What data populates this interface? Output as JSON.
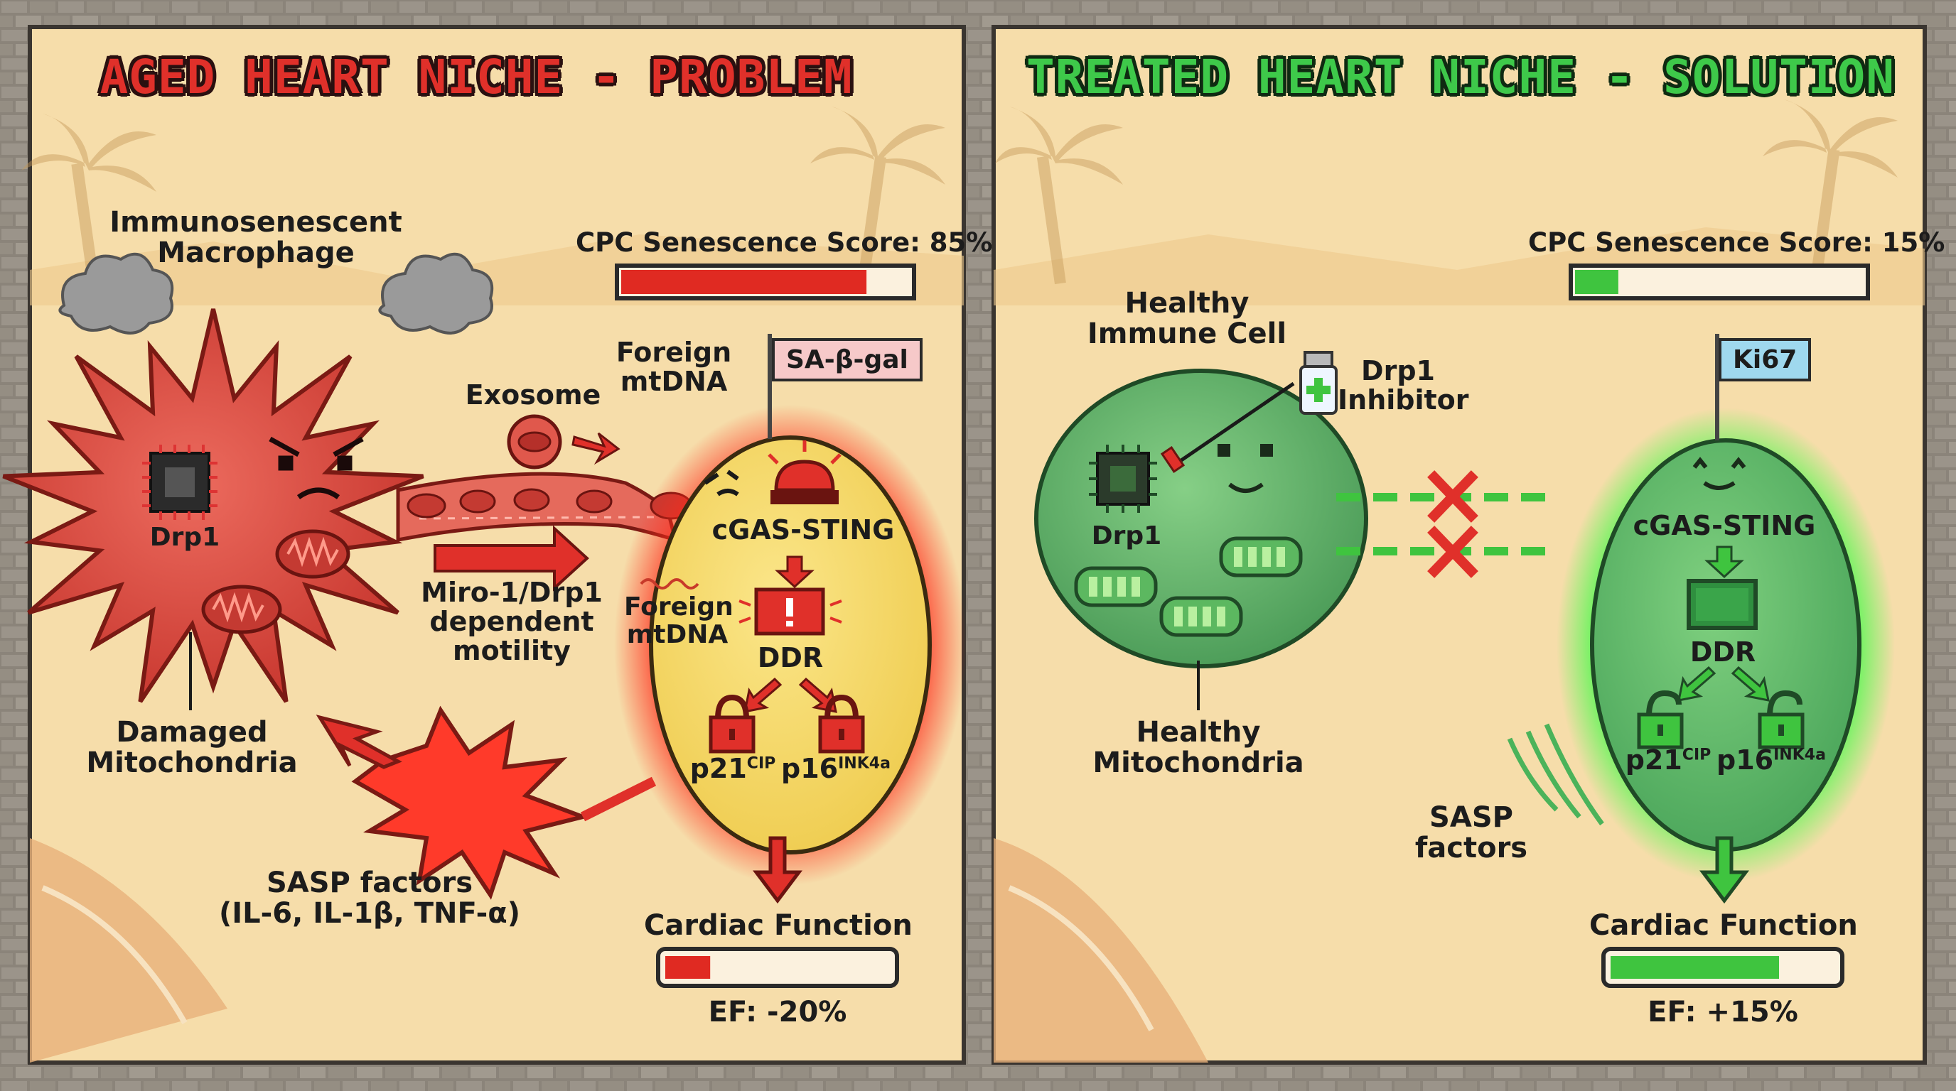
{
  "left_panel": {
    "title": "AGED HEART NICHE - PROBLEM",
    "macrophage_label": [
      "Immunosenescent",
      "Macrophage"
    ],
    "drp1_label": "Drp1",
    "damaged_mito_label": [
      "Damaged",
      "Mitochondria"
    ],
    "exosome_label": "Exosome",
    "foreign_mtdna_top": [
      "Foreign",
      "mtDNA"
    ],
    "foreign_mtdna_inner": [
      "Foreign",
      "mtDNA"
    ],
    "motility_label": [
      "Miro-1/Drp1",
      "dependent",
      "motility"
    ],
    "sasp_label": [
      "SASP factors",
      "(IL-6, IL-1β, TNF-α)"
    ],
    "flag_label": "SA-β-gal",
    "cgas_label": "cGAS-STING",
    "ddr_label": "DDR",
    "p21_base": "p21",
    "p21_sup": "CIP",
    "p16_base": "p16",
    "p16_sup": "INK4a",
    "senescence_label": "CPC Senescence Score: 85%",
    "senescence_value": 0.85,
    "cardiac_label": "Cardiac Function",
    "cardiac_fill": 0.2,
    "ef_label": "EF: -20%"
  },
  "right_panel": {
    "title": "TREATED HEART NICHE - SOLUTION",
    "immune_label": [
      "Healthy",
      "Immune Cell"
    ],
    "drp1_label": "Drp1",
    "inhibitor_label": [
      "Drp1",
      "Inhibitor"
    ],
    "healthy_mito_label": [
      "Healthy",
      "Mitochondria"
    ],
    "flag_label": "Ki67",
    "cgas_label": "cGAS-STING",
    "ddr_label": "DDR",
    "p21_base": "p21",
    "p21_sup": "CIP",
    "p16_base": "p16",
    "p16_sup": "INK4a",
    "sasp_label": [
      "SASP",
      "factors"
    ],
    "senescence_label": "CPC Senescence Score: 15%",
    "senescence_value": 0.15,
    "cardiac_label": "Cardiac Function",
    "cardiac_fill": 0.75,
    "ef_label": "EF: +15%"
  },
  "colors": {
    "sand": "#f6ddaa",
    "stone": "#8b847a",
    "problem_red": "#d9433c",
    "solution_green": "#4bb35a",
    "cpc_yellow": "#f5d768",
    "bar_red": "#e02a22",
    "bar_green": "#3fc43f"
  },
  "icons": [
    "chip-icon",
    "smoke-icon",
    "mitochondria-icon",
    "alarm-light-icon",
    "warning-box-icon",
    "locked-padlock-icon",
    "unlocked-padlock-icon",
    "medicine-vial-icon",
    "block-x-icon",
    "palm-tree-icon"
  ]
}
